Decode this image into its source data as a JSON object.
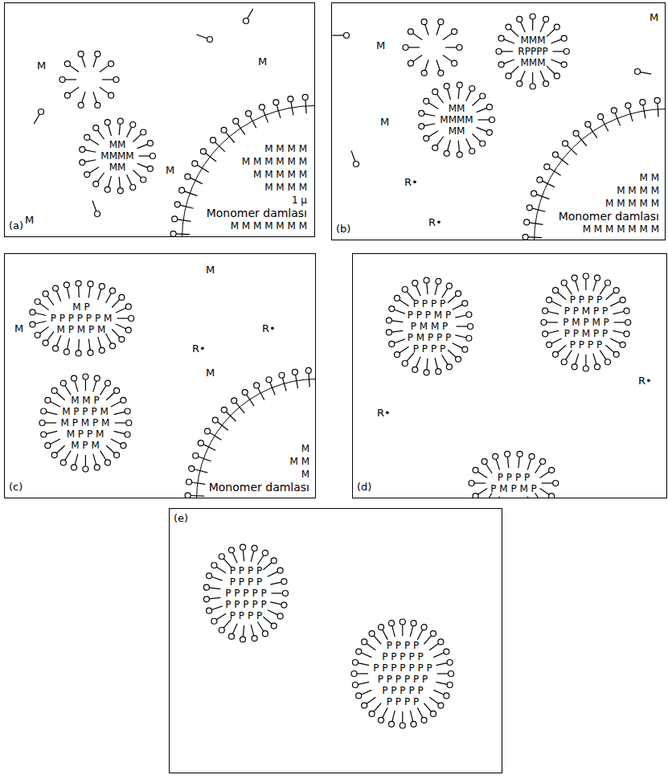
{
  "diagram": {
    "nodes": [
      {
        "text": [
          "(a)"
        ]
      },
      {
        "text": [
          "MM",
          "MMMM",
          "MM"
        ],
        "in": 0
      },
      {
        "text": [
          "M M M M",
          "M M M M M M",
          "M M M M M",
          "M M M M",
          "1 µ",
          "Monomer damlası",
          "M M M M M M M"
        ],
        "in": 0
      },
      {
        "text": [
          "(b)"
        ]
      },
      {
        "text": [
          "MMM",
          "RPPPP",
          "MMM"
        ],
        "in": 3
      },
      {
        "text": [
          "MM",
          "MMMM",
          "MM"
        ],
        "in": 3
      },
      {
        "text": [
          "M M",
          "M M M M",
          "M M M M M",
          "Monomer damlası",
          "M M M M M M M"
        ],
        "in": 3
      },
      {
        "text": [
          "(c)"
        ]
      },
      {
        "text": [
          "M P",
          "P P P P P P M",
          "M P M P M"
        ],
        "in": 7
      },
      {
        "text": [
          "M M P",
          "M P P P M",
          "M P M P M",
          "M P P M",
          "M P M"
        ],
        "in": 7
      },
      {
        "text": [
          "M",
          "M M",
          "M",
          "Monomer damlası"
        ],
        "in": 7
      },
      {
        "text": [
          "(d)"
        ]
      },
      {
        "text": [
          "P P P P",
          "P P P M P",
          "P M M P",
          "P M P P P",
          "P P P P"
        ],
        "in": 11
      },
      {
        "text": [
          "P P P P",
          "P P M P P",
          "P M P M P",
          "P P M P P",
          "P P P P"
        ],
        "in": 11
      },
      {
        "text": [
          "P P P P",
          "P M P M P"
        ],
        "in": 11
      },
      {
        "text": [
          "(e)"
        ]
      },
      {
        "text": [
          "P P P P",
          "P P P P",
          "P P P P P",
          "P P P P P",
          "P P P P"
        ],
        "in": 15
      },
      {
        "text": [
          "P P P P",
          "P P P P P",
          "P P P P P P P",
          "P P P P P P",
          "P P P P P",
          "P P P P"
        ],
        "in": 15
      }
    ],
    "labels": [
      "M",
      "M",
      "M",
      "M",
      "M",
      "M",
      "M",
      "R•",
      "R•",
      "M",
      "M",
      "M",
      "R•",
      "R•",
      "R•",
      "R•"
    ]
  }
}
